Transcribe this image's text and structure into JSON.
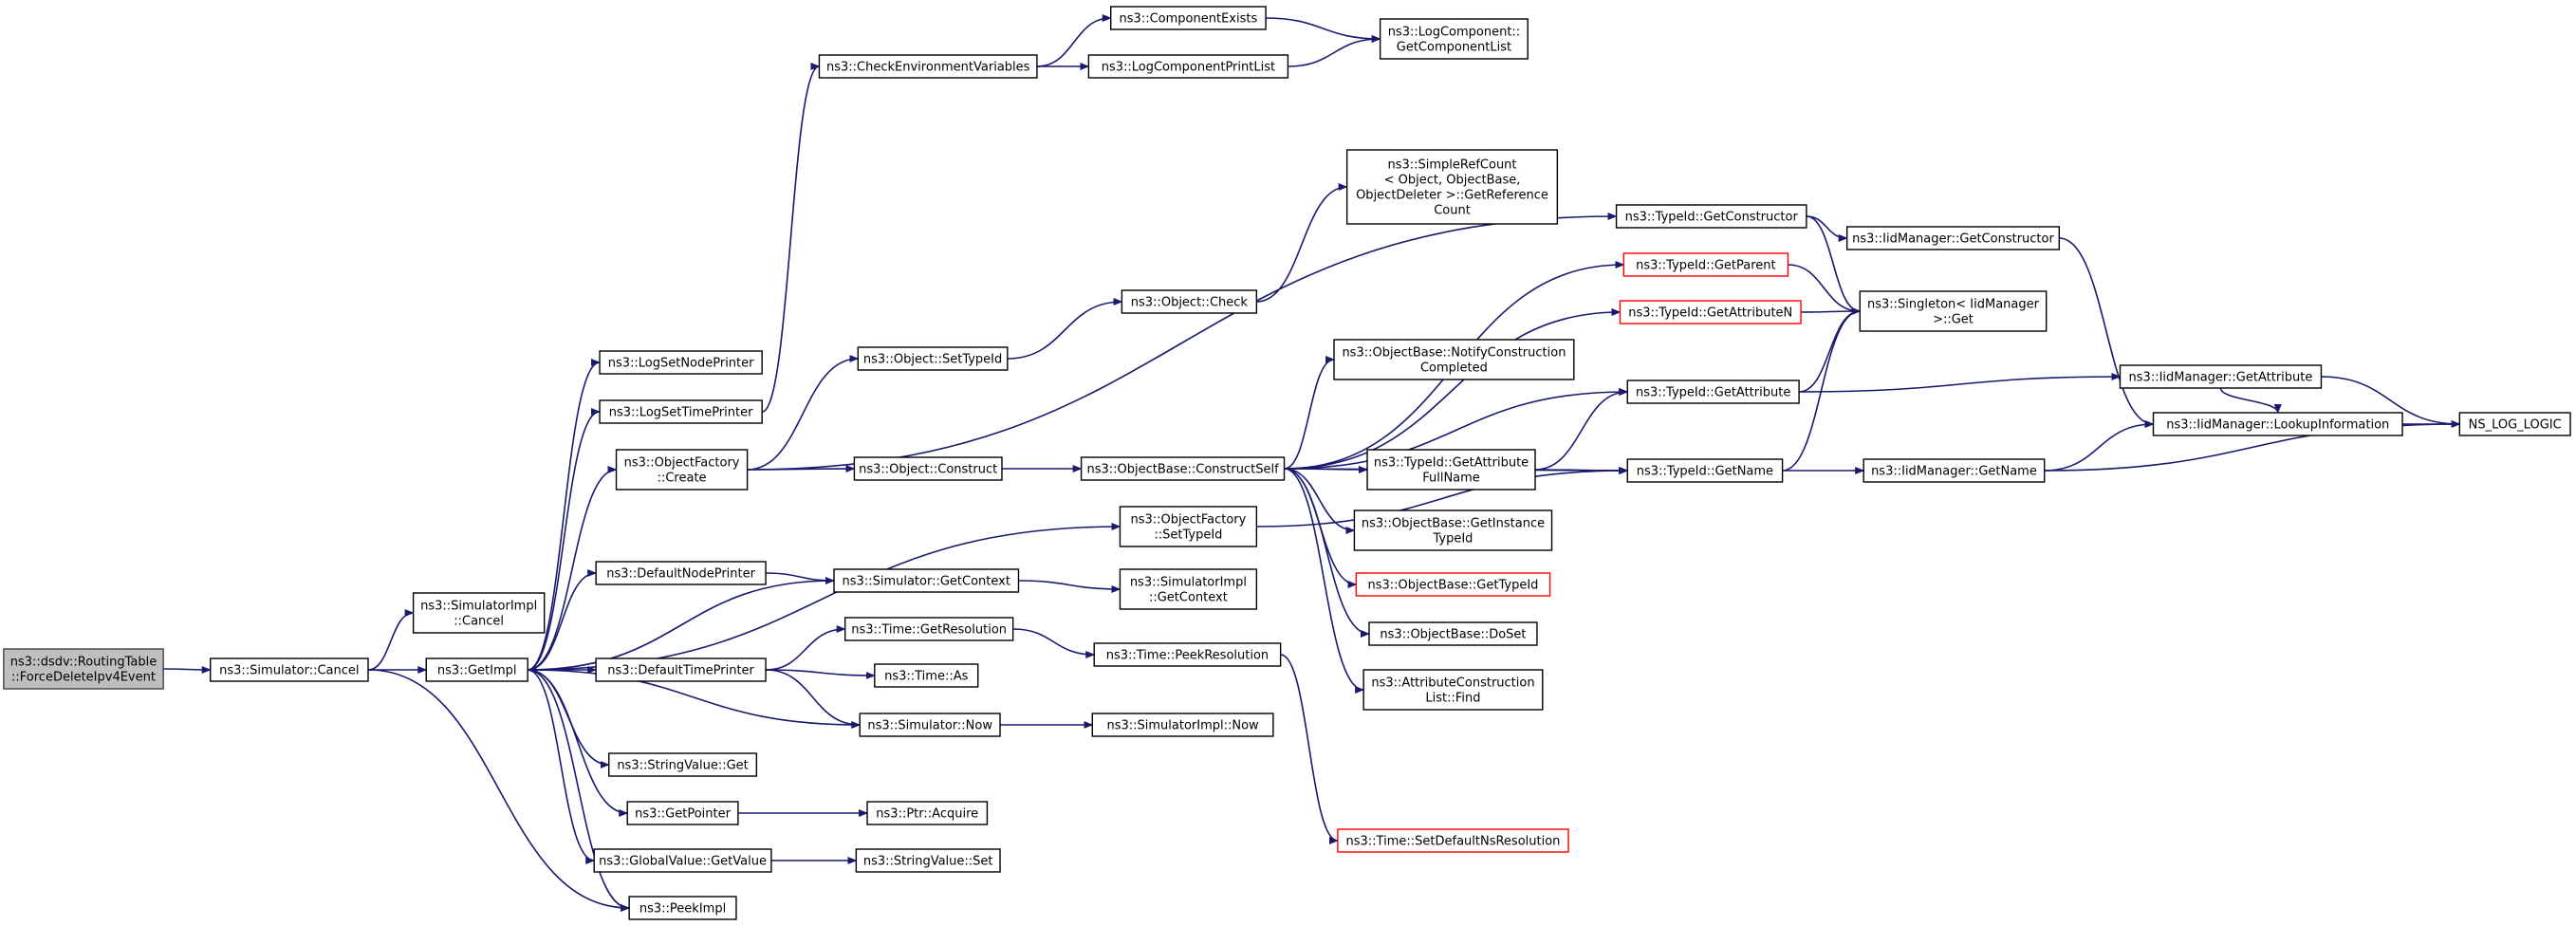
{
  "colors": {
    "edge": "#191970",
    "box_border": "#000000",
    "root_fill": "#bfbfbf",
    "root_border": "#404040",
    "truncated_border": "#ff0000",
    "node_fill": "#ffffff"
  },
  "nodes": {
    "root": {
      "lines": [
        "ns3::dsdv::RoutingTable",
        "::ForceDeleteIpv4Event"
      ],
      "root": true
    },
    "simcancel": {
      "lines": [
        "ns3::Simulator::Cancel"
      ]
    },
    "simimplcancel": {
      "lines": [
        "ns3::SimulatorImpl",
        "::Cancel"
      ]
    },
    "getimpl": {
      "lines": [
        "ns3::GetImpl"
      ]
    },
    "logsetnode": {
      "lines": [
        "ns3::LogSetNodePrinter"
      ]
    },
    "logsettime": {
      "lines": [
        "ns3::LogSetTimePrinter"
      ]
    },
    "objfactcreate": {
      "lines": [
        "ns3::ObjectFactory",
        "::Create"
      ]
    },
    "defnodeprinter": {
      "lines": [
        "ns3::DefaultNodePrinter"
      ]
    },
    "deftimeprinter": {
      "lines": [
        "ns3::DefaultTimePrinter"
      ]
    },
    "stringget": {
      "lines": [
        "ns3::StringValue::Get"
      ]
    },
    "getpointer": {
      "lines": [
        "ns3::GetPointer"
      ]
    },
    "globalgetvalue": {
      "lines": [
        "ns3::GlobalValue::GetValue"
      ]
    },
    "peekimpl": {
      "lines": [
        "ns3::PeekImpl"
      ]
    },
    "checkenv": {
      "lines": [
        "ns3::CheckEnvironmentVariables"
      ]
    },
    "objsettypeid": {
      "lines": [
        "ns3::Object::SetTypeId"
      ]
    },
    "objconstruct": {
      "lines": [
        "ns3::Object::Construct"
      ]
    },
    "simgetcontext": {
      "lines": [
        "ns3::Simulator::GetContext"
      ]
    },
    "timegetres": {
      "lines": [
        "ns3::Time::GetResolution"
      ]
    },
    "timeas": {
      "lines": [
        "ns3::Time::As"
      ]
    },
    "simnow": {
      "lines": [
        "ns3::Simulator::Now"
      ]
    },
    "ptracquire": {
      "lines": [
        "ns3::Ptr::Acquire"
      ]
    },
    "stringset": {
      "lines": [
        "ns3::StringValue::Set"
      ]
    },
    "compexists": {
      "lines": [
        "ns3::ComponentExists"
      ]
    },
    "logcompprint": {
      "lines": [
        "ns3::LogComponentPrintList"
      ]
    },
    "objcheck": {
      "lines": [
        "ns3::Object::Check"
      ]
    },
    "objbaseconstruct": {
      "lines": [
        "ns3::ObjectBase::ConstructSelf"
      ]
    },
    "objfactsettypeid": {
      "lines": [
        "ns3::ObjectFactory",
        "::SetTypeId"
      ]
    },
    "simimplgetcontext": {
      "lines": [
        "ns3::SimulatorImpl",
        "::GetContext"
      ]
    },
    "timepeekres": {
      "lines": [
        "ns3::Time::PeekResolution"
      ]
    },
    "simimplnow": {
      "lines": [
        "ns3::SimulatorImpl::Now"
      ]
    },
    "logcompgetlist": {
      "lines": [
        "ns3::LogComponent::",
        "GetComponentList"
      ]
    },
    "simplerefcount": {
      "lines": [
        "ns3::SimpleRefCount",
        "< Object, ObjectBase,",
        "ObjectDeleter >::GetReference",
        "Count"
      ]
    },
    "notifyconstruct": {
      "lines": [
        "ns3::ObjectBase::NotifyConstruction",
        "Completed"
      ]
    },
    "getinstancetypeid": {
      "lines": [
        "ns3::ObjectBase::GetInstance",
        "TypeId"
      ]
    },
    "objbasegettypeid": {
      "lines": [
        "ns3::ObjectBase::GetTypeId"
      ],
      "truncated": true
    },
    "objbasedoset": {
      "lines": [
        "ns3::ObjectBase::DoSet"
      ]
    },
    "attrconstructfind": {
      "lines": [
        "ns3::AttributeConstruction",
        "List::Find"
      ]
    },
    "timesetdefault": {
      "lines": [
        "ns3::Time::SetDefaultNsResolution"
      ],
      "truncated": true
    },
    "typeidgetconstructor": {
      "lines": [
        "ns3::TypeId::GetConstructor"
      ]
    },
    "typeidgetparent": {
      "lines": [
        "ns3::TypeId::GetParent"
      ],
      "truncated": true
    },
    "typeidgetattributen": {
      "lines": [
        "ns3::TypeId::GetAttributeN"
      ],
      "truncated": true
    },
    "typeidgetattribute": {
      "lines": [
        "ns3::TypeId::GetAttribute"
      ]
    },
    "typeidgetattrfull": {
      "lines": [
        "ns3::TypeId::GetAttribute",
        "FullName"
      ]
    },
    "typeidgetname": {
      "lines": [
        "ns3::TypeId::GetName"
      ]
    },
    "iidgetconstructor": {
      "lines": [
        "ns3::IidManager::GetConstructor"
      ]
    },
    "singletonget": {
      "lines": [
        "ns3::Singleton< IidManager",
        " >::Get"
      ]
    },
    "iidgetattribute": {
      "lines": [
        "ns3::IidManager::GetAttribute"
      ]
    },
    "iidlookup": {
      "lines": [
        "ns3::IidManager::LookupInformation"
      ]
    },
    "iidgetname": {
      "lines": [
        "ns3::IidManager::GetName"
      ]
    },
    "nslog": {
      "lines": [
        "NS_LOG_LOGIC"
      ]
    }
  },
  "edges": [
    [
      "root",
      "simcancel"
    ],
    [
      "simcancel",
      "simimplcancel"
    ],
    [
      "simcancel",
      "getimpl"
    ],
    [
      "simcancel",
      "peekimpl"
    ],
    [
      "getimpl",
      "logsetnode"
    ],
    [
      "getimpl",
      "logsettime"
    ],
    [
      "getimpl",
      "objfactcreate"
    ],
    [
      "getimpl",
      "objfactsettypeid"
    ],
    [
      "getimpl",
      "defnodeprinter"
    ],
    [
      "getimpl",
      "deftimeprinter"
    ],
    [
      "getimpl",
      "stringget"
    ],
    [
      "getimpl",
      "getpointer"
    ],
    [
      "getimpl",
      "globalgetvalue"
    ],
    [
      "getimpl",
      "peekimpl"
    ],
    [
      "logsettime",
      "checkenv"
    ],
    [
      "checkenv",
      "compexists"
    ],
    [
      "checkenv",
      "logcompprint"
    ],
    [
      "compexists",
      "logcompgetlist"
    ],
    [
      "logcompprint",
      "logcompgetlist"
    ],
    [
      "objfactcreate",
      "objsettypeid"
    ],
    [
      "objfactcreate",
      "objconstruct"
    ],
    [
      "objfactcreate",
      "typeidgetconstructor"
    ],
    [
      "objsettypeid",
      "objcheck"
    ],
    [
      "objcheck",
      "simplerefcount"
    ],
    [
      "objconstruct",
      "objbaseconstruct"
    ],
    [
      "objbaseconstruct",
      "typeidgetparent"
    ],
    [
      "objbaseconstruct",
      "typeidgetattributen"
    ],
    [
      "objbaseconstruct",
      "notifyconstruct"
    ],
    [
      "objbaseconstruct",
      "typeidgetattribute"
    ],
    [
      "objbaseconstruct",
      "typeidgetattrfull"
    ],
    [
      "objbaseconstruct",
      "getinstancetypeid"
    ],
    [
      "objbaseconstruct",
      "objbasegettypeid"
    ],
    [
      "objbaseconstruct",
      "objbasedoset"
    ],
    [
      "objbaseconstruct",
      "attrconstructfind"
    ],
    [
      "objbaseconstruct",
      "typeidgetname"
    ],
    [
      "objfactsettypeid",
      "typeidgetname"
    ],
    [
      "defnodeprinter",
      "simgetcontext"
    ],
    [
      "simgetcontext",
      "getimpl"
    ],
    [
      "simgetcontext",
      "simimplgetcontext"
    ],
    [
      "deftimeprinter",
      "timegetres"
    ],
    [
      "deftimeprinter",
      "timeas"
    ],
    [
      "deftimeprinter",
      "simnow"
    ],
    [
      "timegetres",
      "timepeekres"
    ],
    [
      "timepeekres",
      "timesetdefault"
    ],
    [
      "simnow",
      "getimpl"
    ],
    [
      "simnow",
      "simimplnow"
    ],
    [
      "getpointer",
      "ptracquire"
    ],
    [
      "globalgetvalue",
      "stringset"
    ],
    [
      "typeidgetconstructor",
      "iidgetconstructor"
    ],
    [
      "typeidgetconstructor",
      "singletonget"
    ],
    [
      "typeidgetparent",
      "singletonget"
    ],
    [
      "typeidgetattributen",
      "singletonget"
    ],
    [
      "typeidgetattribute",
      "singletonget"
    ],
    [
      "typeidgetattribute",
      "iidgetattribute"
    ],
    [
      "typeidgetattrfull",
      "typeidgetattribute"
    ],
    [
      "typeidgetattrfull",
      "typeidgetname"
    ],
    [
      "typeidgetname",
      "singletonget"
    ],
    [
      "typeidgetname",
      "iidgetname"
    ],
    [
      "iidgetconstructor",
      "iidlookup"
    ],
    [
      "iidgetattribute",
      "iidlookup"
    ],
    [
      "iidgetattribute",
      "nslog"
    ],
    [
      "iidlookup",
      "nslog"
    ],
    [
      "iidgetname",
      "iidlookup"
    ],
    [
      "iidgetname",
      "nslog"
    ]
  ]
}
